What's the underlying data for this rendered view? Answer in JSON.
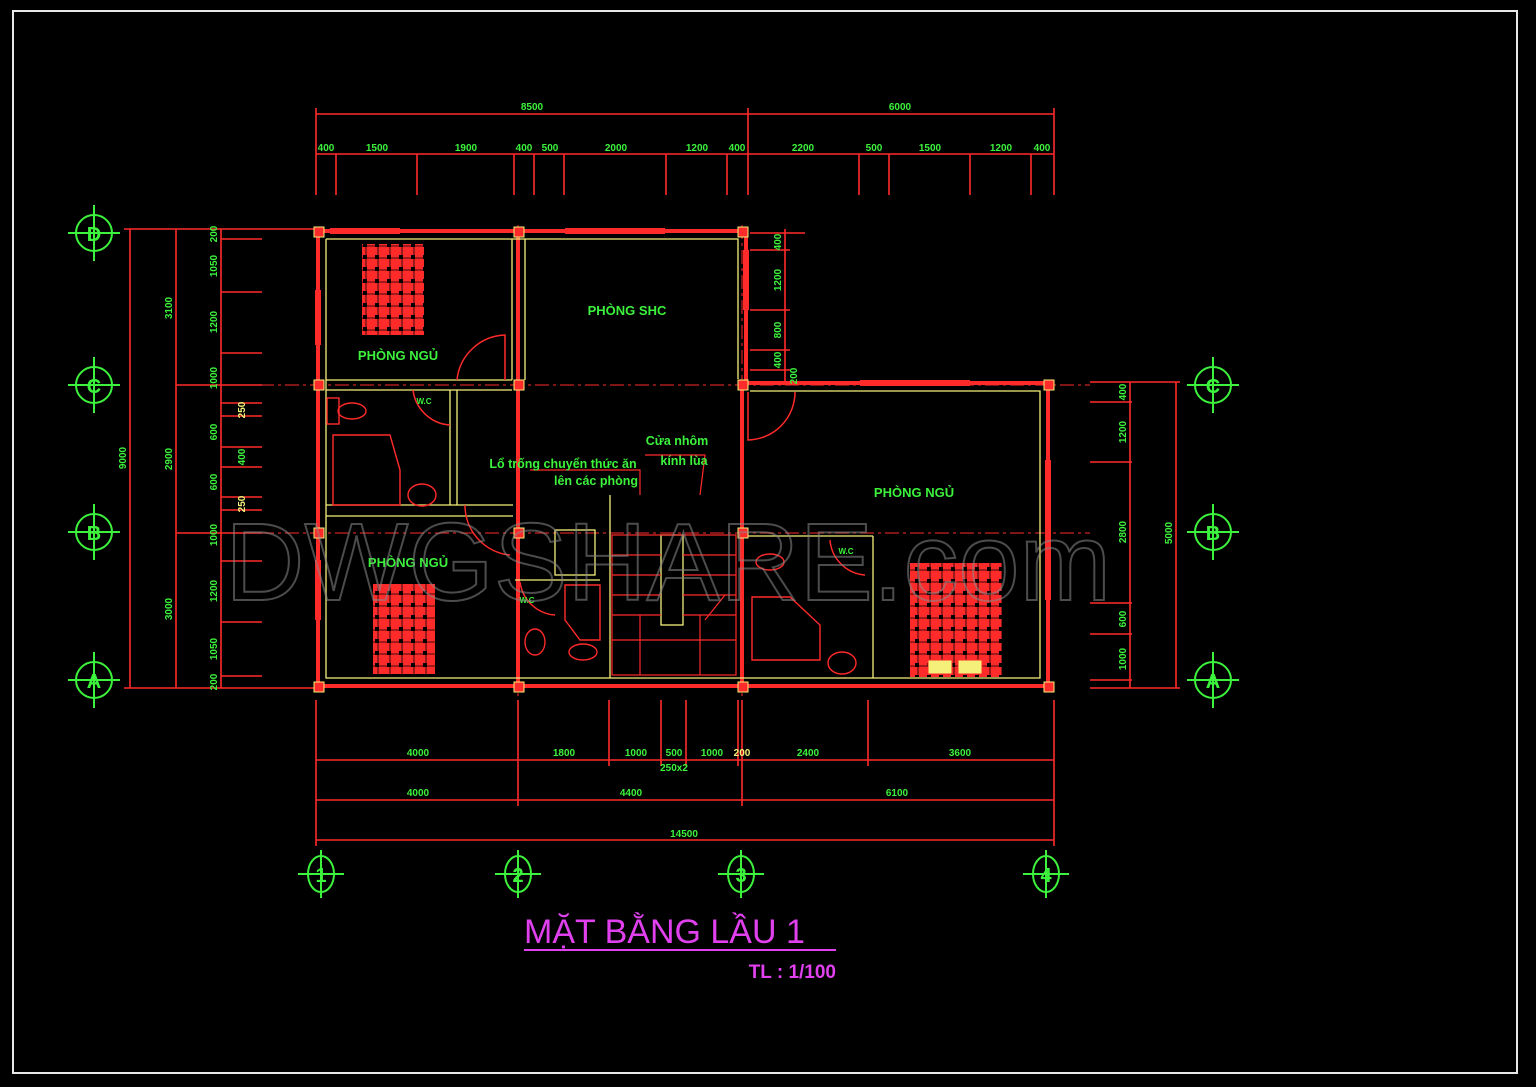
{
  "drawing": {
    "title": "MẶT BẰNG LẦU 1",
    "scale": "TL : 1/100",
    "watermark": "DWGSHARE.com"
  },
  "colors": {
    "background": "#000000",
    "wall_outer": "#ff2a2a",
    "wall_inner": "#f5f07a",
    "text_green": "#3cf23c",
    "title_magenta": "#e040ee",
    "frame": "#e8e8e8"
  },
  "rooms": [
    {
      "id": "bedroom-nw",
      "label": "PHÒNG NGỦ"
    },
    {
      "id": "shc-room",
      "label": "PHÒNG SHC"
    },
    {
      "id": "bedroom-sw",
      "label": "PHÒNG NGỦ"
    },
    {
      "id": "bedroom-east",
      "label": "PHÒNG NGỦ"
    },
    {
      "id": "wc-1",
      "label": "W.C"
    },
    {
      "id": "wc-2",
      "label": "W.C"
    },
    {
      "id": "wc-3",
      "label": "W.C"
    }
  ],
  "annotations": {
    "food_opening_line1": "Lổ trống chuyển thức ăn",
    "food_opening_line2": "lên các phòng",
    "window_line1": "Cửa nhôm",
    "window_line2": "kính lùa"
  },
  "grid_axes": {
    "vertical": [
      "1",
      "2",
      "3",
      "4"
    ],
    "horizontal": [
      "D",
      "C",
      "B",
      "A"
    ]
  },
  "dimensions": {
    "top_overall": [
      "8500",
      "6000"
    ],
    "top_detail": [
      "400",
      "1500",
      "1900",
      "400",
      "500",
      "2000",
      "1200",
      "400",
      "2200",
      "500",
      "1500",
      "1200",
      "400"
    ],
    "left_overall": "9000",
    "left_axis": [
      "3100",
      "2900",
      "3000"
    ],
    "left_detail": [
      "200",
      "1050",
      "1200",
      "1000",
      "250",
      "600",
      "400",
      "600",
      "250",
      "1000",
      "1200",
      "1050",
      "200"
    ],
    "mid_right_wall": [
      "400",
      "1200",
      "800",
      "400",
      "200"
    ],
    "right_detail": [
      "400",
      "1200",
      "2800",
      "600",
      "1000"
    ],
    "right_overall": "5000",
    "bottom_detail": [
      "4000",
      "1800",
      "1000",
      "500",
      "1000",
      "200",
      "2400",
      "3600"
    ],
    "bottom_sub": "250x2",
    "bottom_axis": [
      "4000",
      "4400",
      "6100"
    ],
    "bottom_overall": "14500"
  }
}
